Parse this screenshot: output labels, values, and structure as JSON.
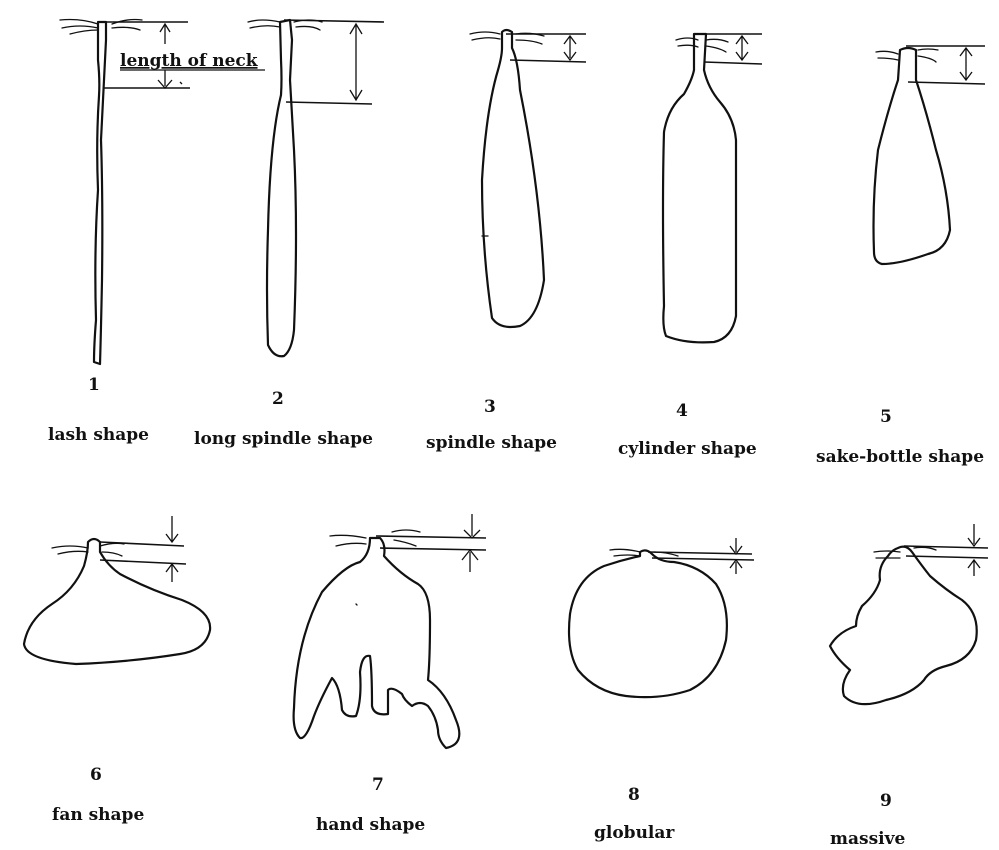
{
  "neck_label": "length of neck",
  "shapes": [
    {
      "number": "1",
      "name": "lash shape"
    },
    {
      "number": "2",
      "name": "long spindle shape"
    },
    {
      "number": "3",
      "name": "spindle shape"
    },
    {
      "number": "4",
      "name": "cylinder shape"
    },
    {
      "number": "5",
      "name": "sake-bottle shape"
    },
    {
      "number": "6",
      "name": "fan shape"
    },
    {
      "number": "7",
      "name": "hand shape"
    },
    {
      "number": "8",
      "name": "globular"
    },
    {
      "number": "9",
      "name": "massive"
    }
  ]
}
